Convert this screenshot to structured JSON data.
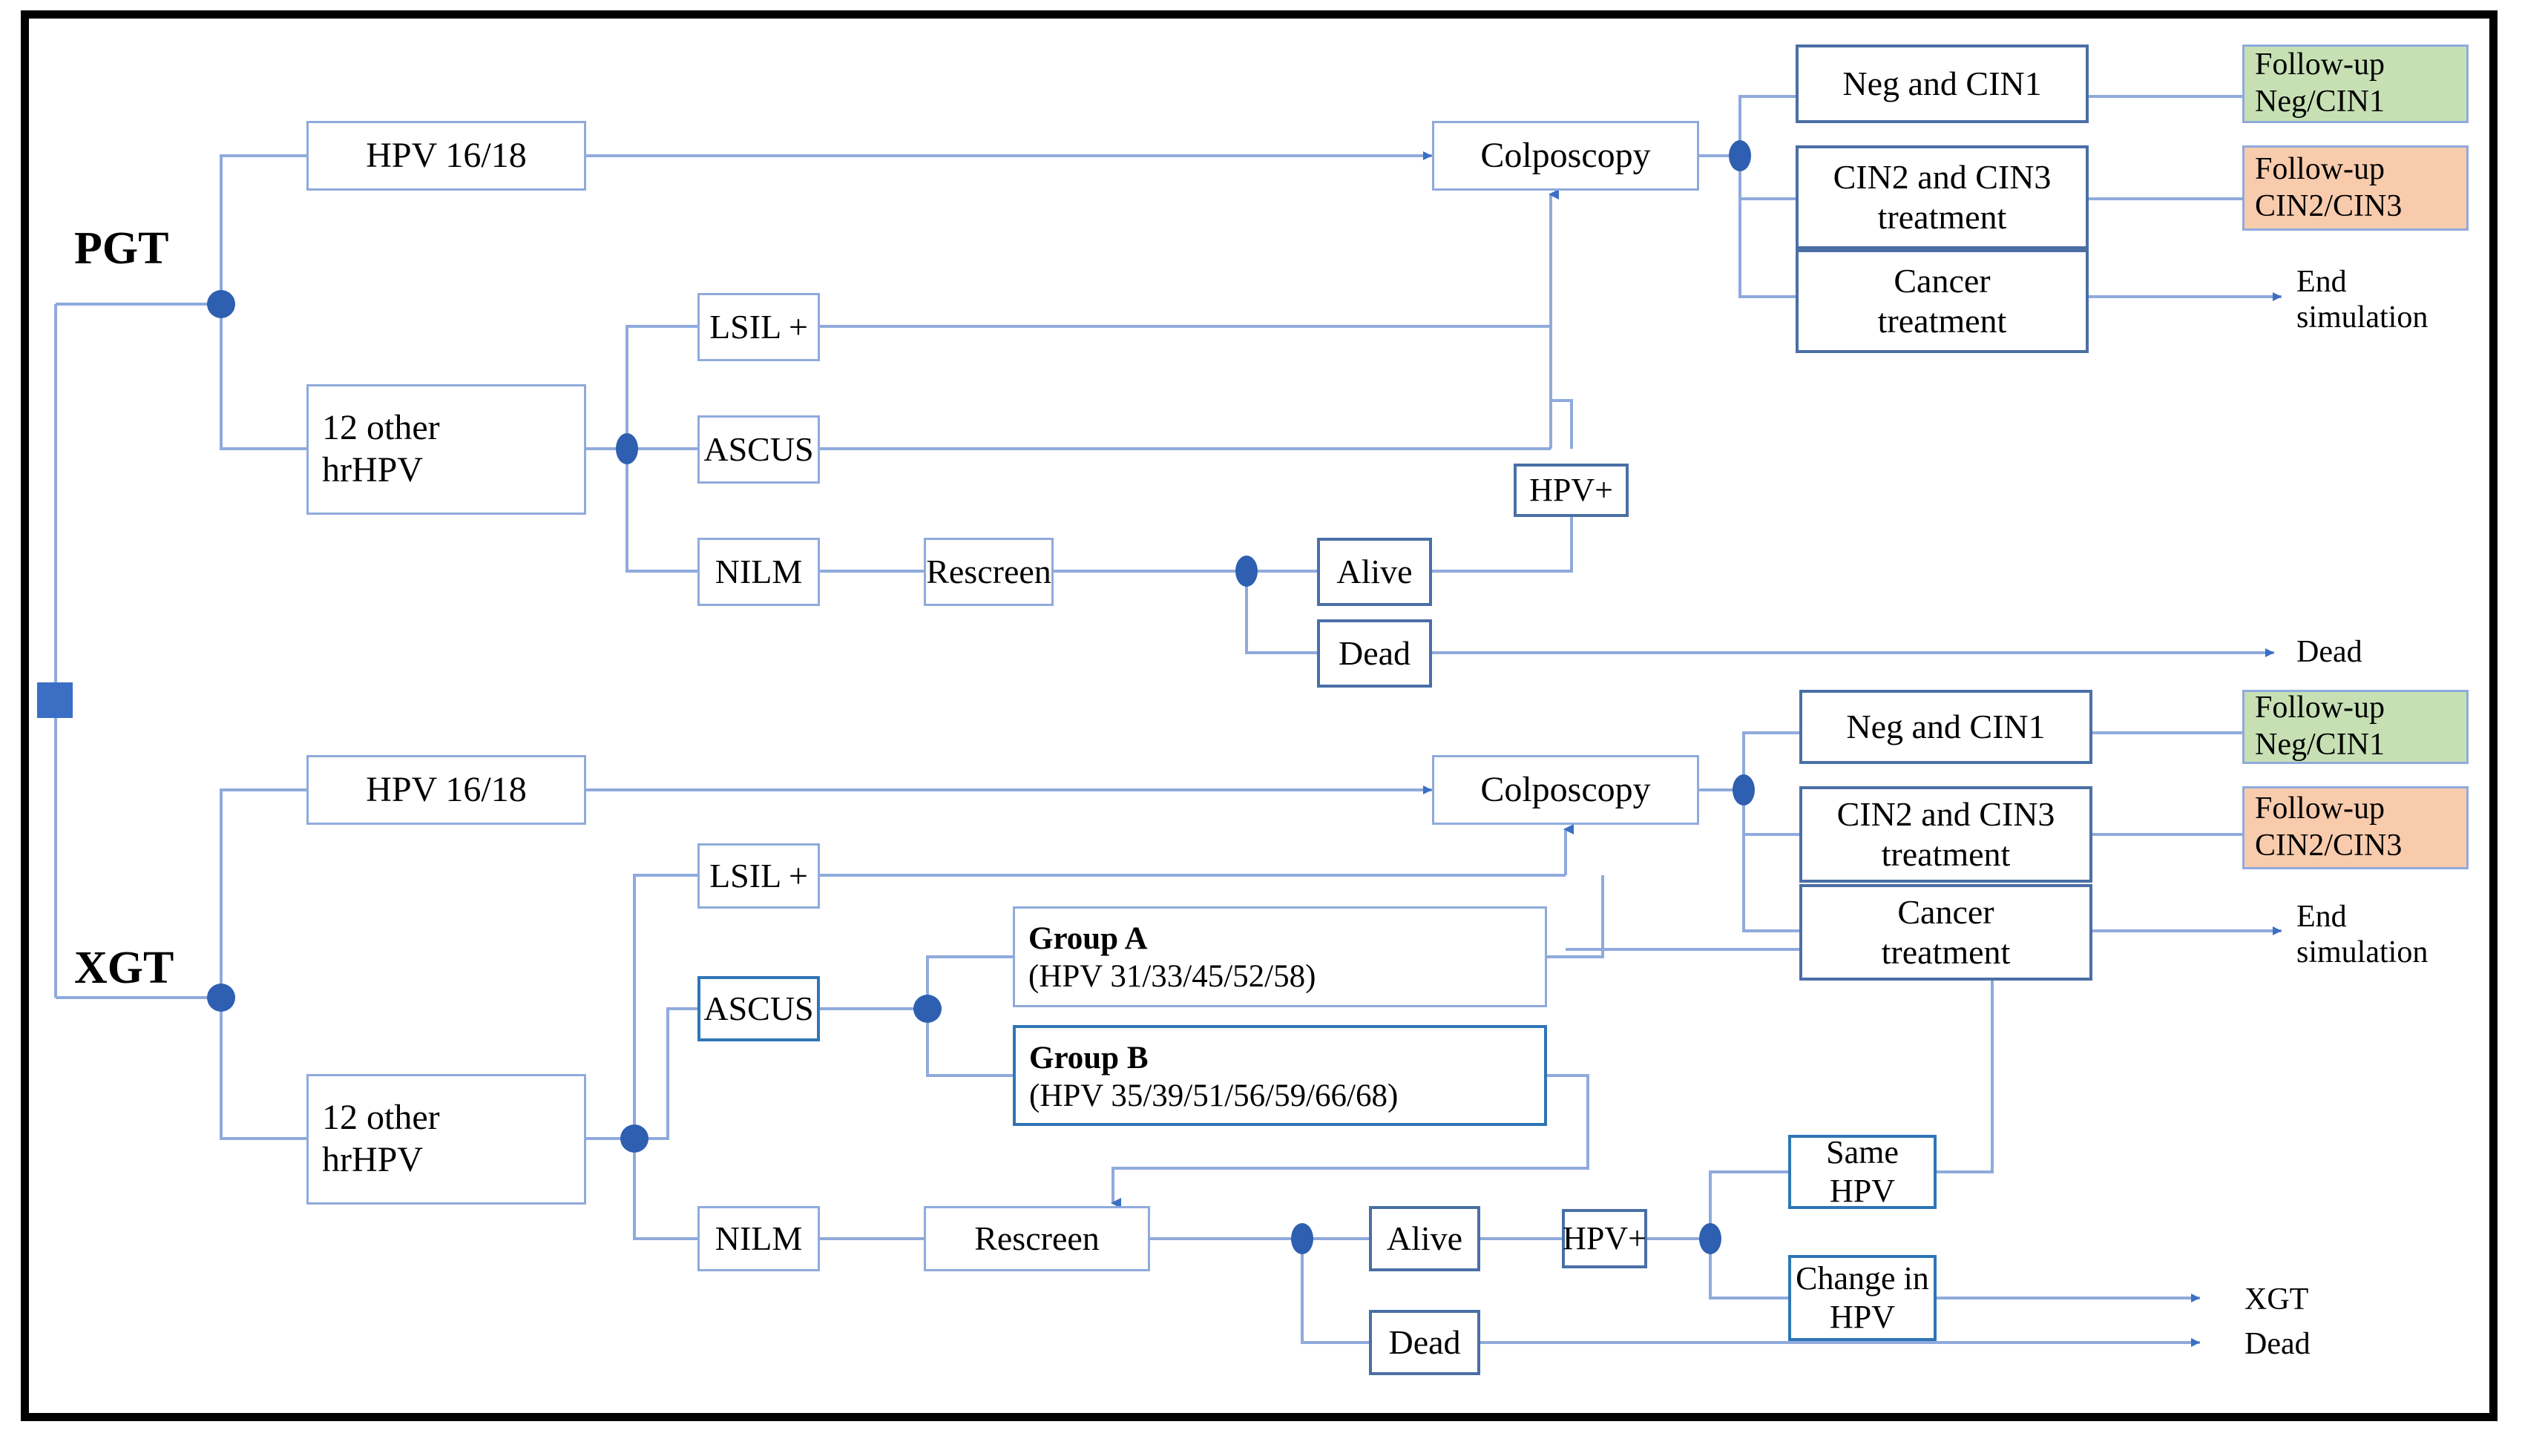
{
  "diagram": {
    "title": "HPV screening strategy decision tree (PGT vs XGT)",
    "type": "flowchart",
    "colors": {
      "frame": "#000000",
      "connector": "#8faadc",
      "node_border_light": "#8faadc",
      "node_border_dark": "#4a6fa5",
      "node_border_mid": "#2e75b6",
      "junction_dot": "#2e5fb0",
      "root_square": "#3a6fc4",
      "followup_neg_cin1_fill": "#c6e0b4",
      "followup_cin2_cin3_fill": "#f8cbad",
      "text": "#000000"
    },
    "root_label": "",
    "branches": [
      {
        "id": "pgt",
        "label": "PGT"
      },
      {
        "id": "xgt",
        "label": "XGT"
      }
    ]
  },
  "pgt": {
    "strategy_label": "PGT",
    "hpv_1618": "HPV 16/18",
    "hpv_other": "12 other\nhrHPV",
    "cytology": {
      "lsil": "LSIL +",
      "ascus": "ASCUS",
      "nilm": "NILM"
    },
    "rescreen": "Rescreen",
    "alive": "Alive",
    "dead": "Dead",
    "hpv_pos": "HPV+",
    "colposcopy": "Colposcopy",
    "results": {
      "neg_cin1": "Neg and CIN1",
      "cin2_cin3": "CIN2 and CIN3\ntreatment",
      "cancer": "Cancer\ntreatment"
    },
    "outcomes": {
      "followup_neg_cin1": "Follow-up\nNeg/CIN1",
      "followup_cin2_cin3": "Follow-up\nCIN2/CIN3",
      "end_simulation": "End\nsimulation",
      "dead": "Dead"
    }
  },
  "xgt": {
    "strategy_label": "XGT",
    "hpv_1618": "HPV 16/18",
    "hpv_other": "12 other\nhrHPV",
    "cytology": {
      "lsil": "LSIL +",
      "ascus": "ASCUS",
      "nilm": "NILM"
    },
    "genotype_groups": {
      "group_a_title": "Group A",
      "group_a_types": "(HPV 31/33/45/52/58)",
      "group_b_title": "Group B",
      "group_b_types": "(HPV 35/39/51/56/59/66/68)"
    },
    "rescreen": "Rescreen",
    "alive": "Alive",
    "dead": "Dead",
    "hpv_pos": "HPV+",
    "same_hpv": "Same HPV",
    "change_hpv": "Change in\nHPV",
    "colposcopy": "Colposcopy",
    "results": {
      "neg_cin1": "Neg and CIN1",
      "cin2_cin3": "CIN2 and CIN3\ntreatment",
      "cancer": "Cancer\ntreatment"
    },
    "outcomes": {
      "followup_neg_cin1": "Follow-up\nNeg/CIN1",
      "followup_cin2_cin3": "Follow-up\nCIN2/CIN3",
      "end_simulation": "End\nsimulation",
      "xgt_return": "XGT",
      "dead": "Dead"
    }
  }
}
